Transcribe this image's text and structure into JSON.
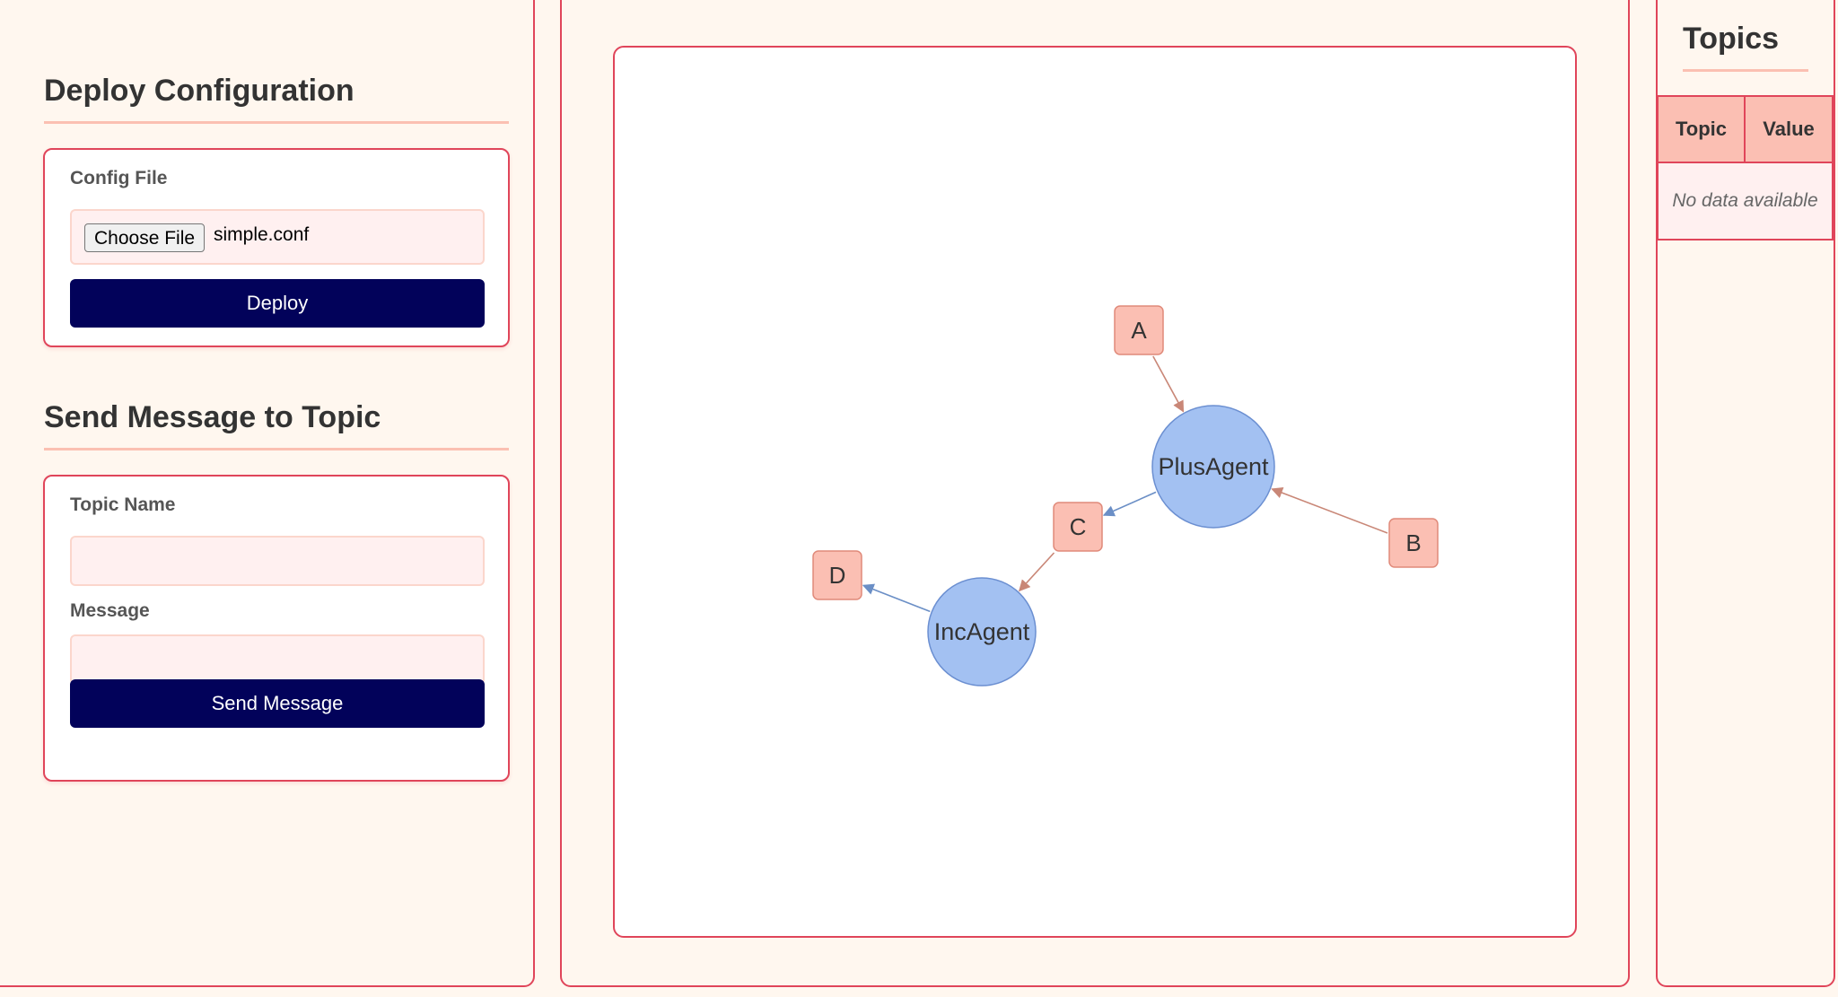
{
  "deploy": {
    "title": "Deploy Configuration",
    "config_label": "Config File",
    "choose_file_label": "Choose File",
    "file_name": "simple.conf",
    "deploy_button": "Deploy"
  },
  "send": {
    "title": "Send Message to Topic",
    "topic_label": "Topic Name",
    "topic_value": "",
    "message_label": "Message",
    "message_value": "",
    "send_button": "Send Message"
  },
  "graph": {
    "agents": [
      {
        "id": "PlusAgent",
        "label": "PlusAgent"
      },
      {
        "id": "IncAgent",
        "label": "IncAgent"
      }
    ],
    "topics": [
      {
        "id": "A",
        "label": "A"
      },
      {
        "id": "B",
        "label": "B"
      },
      {
        "id": "C",
        "label": "C"
      },
      {
        "id": "D",
        "label": "D"
      }
    ],
    "edges": [
      {
        "from": "A",
        "to": "PlusAgent",
        "kind": "input"
      },
      {
        "from": "B",
        "to": "PlusAgent",
        "kind": "input"
      },
      {
        "from": "PlusAgent",
        "to": "C",
        "kind": "output"
      },
      {
        "from": "C",
        "to": "IncAgent",
        "kind": "input"
      },
      {
        "from": "IncAgent",
        "to": "D",
        "kind": "output"
      }
    ],
    "colors": {
      "agent_fill": "#a3c1f2",
      "agent_stroke": "#6b8fd1",
      "topic_fill": "#fbbfb3",
      "topic_stroke": "#e08a7a",
      "input_edge": "#c98777",
      "output_edge": "#6b8fc6"
    }
  },
  "topics_panel": {
    "title": "Topics",
    "col_topic": "Topic",
    "col_value": "Value",
    "empty_text": "No data available"
  },
  "theme": {
    "accent": "#e0455a",
    "button_bg": "#02025a",
    "panel_bg": "#fff7ef"
  }
}
